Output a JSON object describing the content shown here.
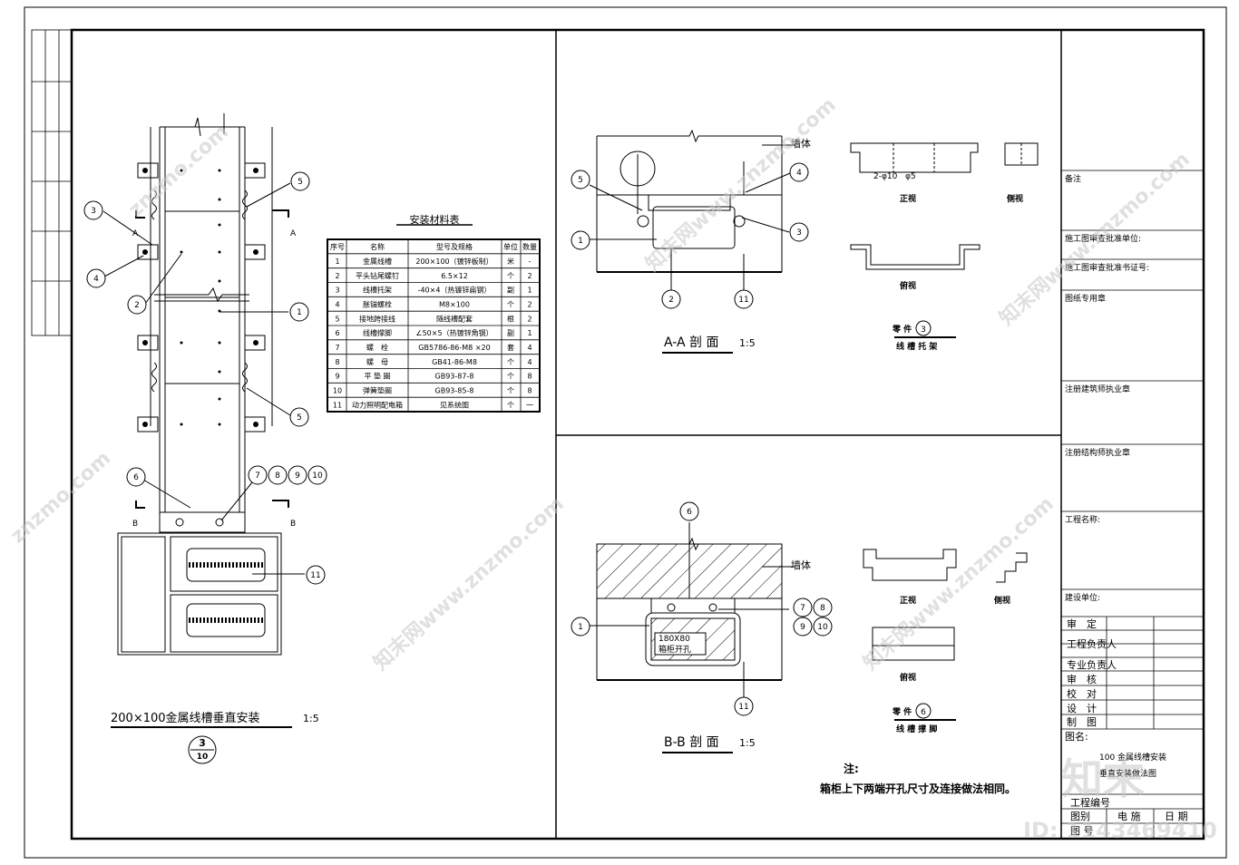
{
  "left_view": {
    "title": "200×100金属线槽垂直安装",
    "scale": "1:5",
    "ref_top": "3",
    "ref_bottom": "10",
    "section_a": "A",
    "section_b": "B",
    "callouts": [
      "1",
      "2",
      "3",
      "4",
      "5",
      "5",
      "6",
      "7",
      "8",
      "9",
      "10",
      "11"
    ]
  },
  "materials_table": {
    "title": "安装材料表",
    "headers": [
      "序号",
      "名称",
      "型号及规格",
      "单位",
      "数量"
    ],
    "rows": [
      [
        "1",
        "金属线槽",
        "200×100（镀锌板制）",
        "米",
        "-"
      ],
      [
        "2",
        "平头钻尾螺钉",
        "6.5×12",
        "个",
        "2"
      ],
      [
        "3",
        "线槽托架",
        "-40×4（热镀锌扁钢）",
        "副",
        "1"
      ],
      [
        "4",
        "胀锚螺栓",
        "M8×100",
        "个",
        "2"
      ],
      [
        "5",
        "接地跨接线",
        "随线槽配套",
        "根",
        "2"
      ],
      [
        "6",
        "线槽撑脚",
        "∠50×5（热镀锌角钢）",
        "副",
        "1"
      ],
      [
        "7",
        "螺　栓",
        "GB5786-86-M8 ×20",
        "套",
        "4"
      ],
      [
        "8",
        "螺　母",
        "GB41-86-M8",
        "个",
        "4"
      ],
      [
        "9",
        "平 垫 圈",
        "GB93-87-8",
        "个",
        "8"
      ],
      [
        "10",
        "弹簧垫圈",
        "GB93-85-8",
        "个",
        "8"
      ],
      [
        "11",
        "动力照明配电箱",
        "见系统图",
        "个",
        "一"
      ]
    ]
  },
  "section_aa": {
    "title": "A-A 剖 面",
    "scale": "1:5",
    "wall": "墙体",
    "callouts": [
      "5",
      "1",
      "2",
      "11",
      "4",
      "3"
    ]
  },
  "part3": {
    "front": "正视",
    "side": "侧视",
    "top": "俯视",
    "hole_note": "2-φ10",
    "hole_note2": "φ5",
    "label": "零 件",
    "num": "3",
    "name": "线 槽 托 架"
  },
  "section_bb": {
    "title": "B-B 剖 面",
    "scale": "1:5",
    "wall": "墙体",
    "box_text1": "180X80",
    "box_text2": "箱柜开孔",
    "callouts": [
      "6",
      "1",
      "11",
      "7",
      "8",
      "9",
      "10"
    ]
  },
  "part6": {
    "front": "正视",
    "side": "侧视",
    "top": "俯视",
    "label": "零 件",
    "num": "6",
    "name": "线 槽 撑 脚"
  },
  "note": {
    "head": "注:",
    "text": "箱柜上下两端开孔尺寸及连接做法相同。"
  },
  "title_block": {
    "remarks": "备注",
    "review_unit": "施工图审查批准单位:",
    "review_cert": "施工图审查批准书证号:",
    "seal": "图纸专用章",
    "arch_seal": "注册建筑师执业章",
    "struct_seal": "注册结构师执业章",
    "project_name": "工程名称:",
    "client": "建设单位:",
    "roles": [
      "审　定",
      "工程负责人",
      "专业负责人",
      "审　核",
      "校　对",
      "设　计",
      "制　图"
    ],
    "drawing_name_label": "图名:",
    "drawing_name_1": "100 金属线槽安装",
    "drawing_name_2": "垂直安装做法图",
    "project_no": "工程编号",
    "bottom_row": [
      "图别",
      "电 施",
      "日 期"
    ],
    "sheet": "图 号"
  },
  "watermark": {
    "text": "znzmo.com",
    "text2": "知末网www.znzmo.com",
    "brand": "知末",
    "id": "ID: 1143469410"
  }
}
